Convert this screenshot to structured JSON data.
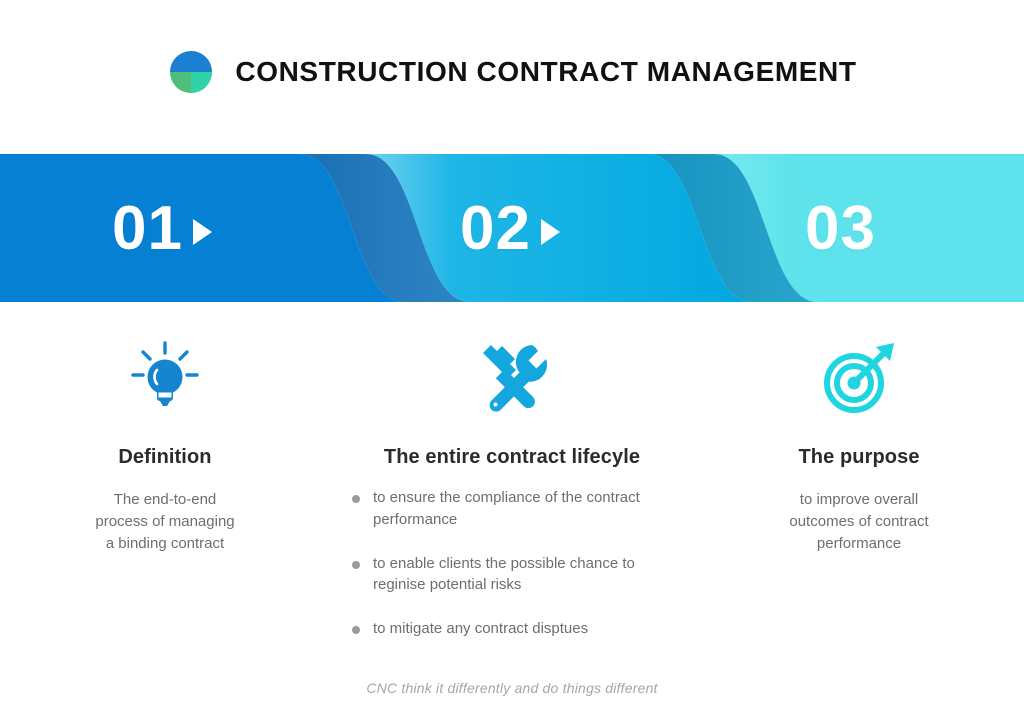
{
  "header": {
    "title": "CONSTRUCTION CONTRACT MANAGEMENT",
    "logo_icon": "tri-segment-circle-logo"
  },
  "banner": {
    "steps": [
      {
        "number": "01",
        "has_arrow": true,
        "color": "#0580d3",
        "arrow_icon": "play-triangle-icon"
      },
      {
        "number": "02",
        "has_arrow": true,
        "color": "#00a8e0",
        "arrow_icon": "play-triangle-icon"
      },
      {
        "number": "03",
        "has_arrow": false,
        "color": "#5ee3ec",
        "arrow_icon": ""
      }
    ],
    "shadow_color_1": "#1a6fb5",
    "shadow_color_2": "#1592c0"
  },
  "columns": [
    {
      "icon": "lightbulb-icon",
      "icon_color": "#1585cf",
      "heading": "Definition",
      "body": "The end-to-end\nprocess of managing\na binding contract",
      "bullets": []
    },
    {
      "icon": "hammer-wrench-icon",
      "icon_color": "#13a7dd",
      "heading": "The entire contract lifecyle",
      "body": "",
      "bullets": [
        "to ensure the compliance of the contract performance",
        "to enable clients the possible chance to reginise potential risks",
        "to mitigate any contract disptues"
      ]
    },
    {
      "icon": "target-arrow-icon",
      "icon_color": "#1fd6e0",
      "heading": "The purpose",
      "body": "to improve overall\noutcomes of contract\nperformance",
      "bullets": []
    }
  ],
  "footer": {
    "tagline": "CNC think it differently and do things different"
  },
  "colors": {
    "step1": "#0580d3",
    "step2": "#00a8e0",
    "step3": "#5ee3ec",
    "heading_text": "#2b2b2b",
    "body_text": "#6e6e6e",
    "bullet_dot": "#9b9b9b",
    "footer_text": "#a6a6a6",
    "title_text": "#111111"
  }
}
